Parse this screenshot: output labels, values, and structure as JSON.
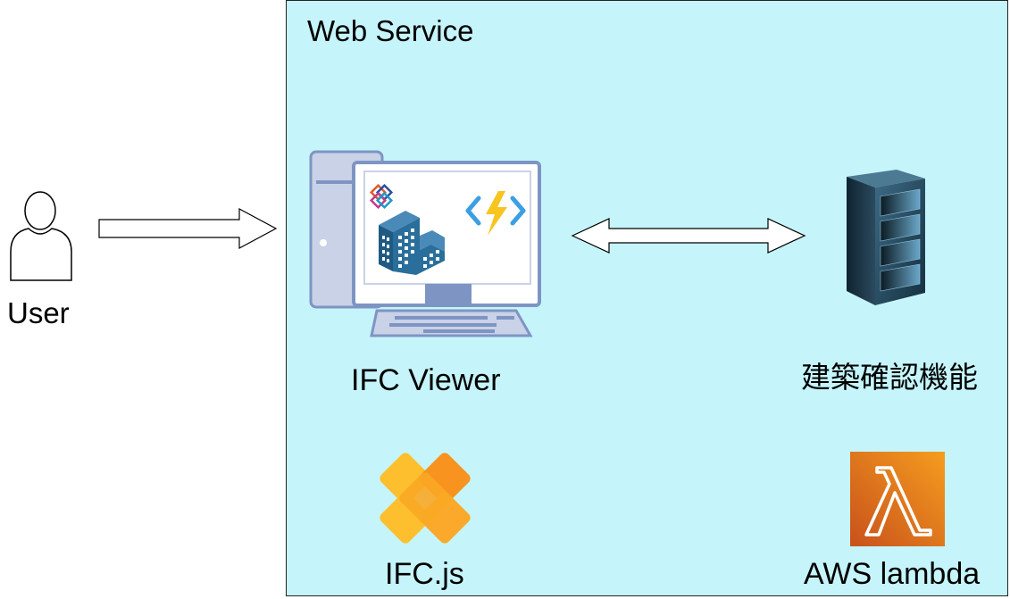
{
  "diagram": {
    "service_title": "Web Service",
    "user_label": "User",
    "viewer_label": "IFC Viewer",
    "check_function_label": "建築確認機能",
    "library_label": "IFC.js",
    "backend_label": "AWS lambda"
  },
  "colors": {
    "service_box_fill": "#c5f5fb",
    "monitor_frame": "#7e95c4",
    "building_blue": "#2a6e9b",
    "azure_bolt": "#f7c51e",
    "aws_orange": "#e8751a",
    "ifcjs_yellow": "#fdbf2d",
    "ifcjs_orange": "#f7931e"
  },
  "icons": [
    "user-icon",
    "computer-icon",
    "ifc-logo-icon",
    "building-icon",
    "azure-functions-icon",
    "server-rack-icon",
    "ifcjs-logo-icon",
    "aws-lambda-icon",
    "right-arrow-icon",
    "double-arrow-icon"
  ]
}
